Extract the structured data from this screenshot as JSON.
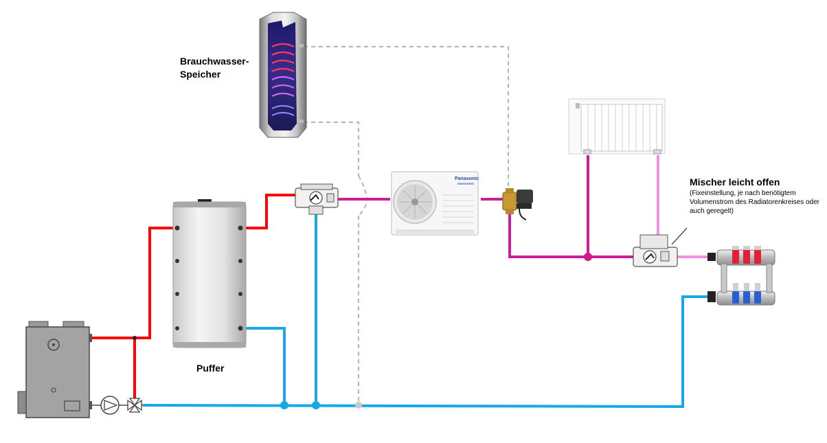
{
  "labels": {
    "dhw_tank": "Brauchwasser-\nSpeicher",
    "buffer_tank": "Puffer",
    "mixer_title": "Mischer leicht offen",
    "mixer_note": "(Fixeinstellung, je nach benötigtem Volumenstrom des Radiatorenkreises oder auch geregelt)",
    "heat_pump_brand": "Panasonic"
  },
  "colors": {
    "flow_hot": "#ff0000",
    "return_cold": "#1aa7e8",
    "heat_pump_flow": "#c81e96",
    "radiator_return": "#f090e0",
    "control_dashed": "#b4b4b4",
    "junction_magenta": "#d4178a"
  },
  "icons": [
    "boiler-icon",
    "pump-icon",
    "three-way-valve-icon",
    "buffer-tank-icon",
    "dhw-tank-icon",
    "mixing-valve-icon",
    "heat-pump-icon",
    "motorized-valve-icon",
    "radiator-icon",
    "manifold-icon"
  ]
}
